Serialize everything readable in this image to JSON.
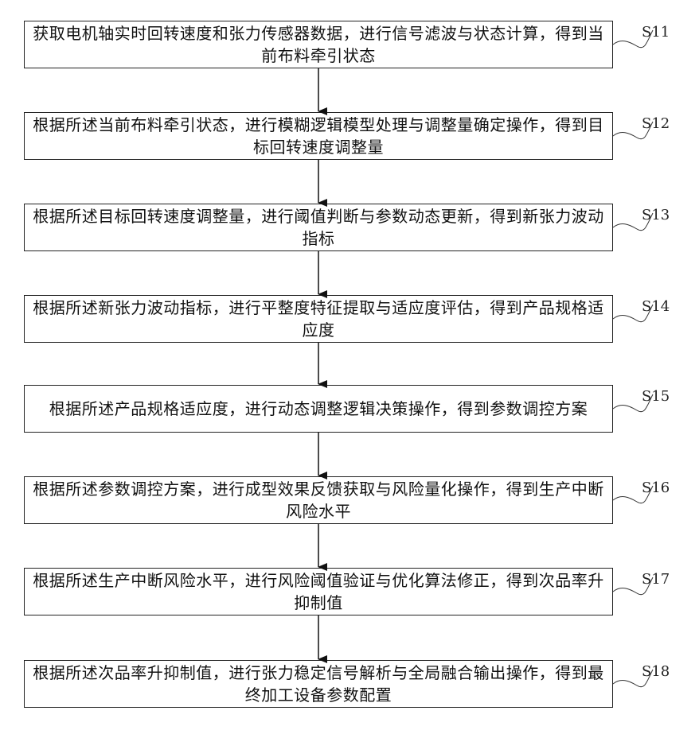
{
  "steps": [
    {
      "id": "S11",
      "text": "获取电机轴实时回转速度和张力传感器数据，进行信号滤波与状态计算，得到当前布料牵引状态"
    },
    {
      "id": "S12",
      "text": "根据所述当前布料牵引状态，进行模糊逻辑模型处理与调整量确定操作，得到目标回转速度调整量"
    },
    {
      "id": "S13",
      "text": "根据所述目标回转速度调整量，进行阈值判断与参数动态更新，得到新张力波动指标"
    },
    {
      "id": "S14",
      "text": "根据所述新张力波动指标，进行平整度特征提取与适应度评估，得到产品规格适应度"
    },
    {
      "id": "S15",
      "text": "根据所述产品规格适应度，进行动态调整逻辑决策操作，得到参数调控方案"
    },
    {
      "id": "S16",
      "text": "根据所述参数调控方案，进行成型效果反馈获取与风险量化操作，得到生产中断风险水平"
    },
    {
      "id": "S17",
      "text": "根据所述生产中断风险水平，进行风险阈值验证与优化算法修正，得到次品率升抑制值"
    },
    {
      "id": "S18",
      "text": "根据所述次品率升抑制值，进行张力稳定信号解析与全局融合输出操作，得到最终加工设备参数配置"
    }
  ]
}
